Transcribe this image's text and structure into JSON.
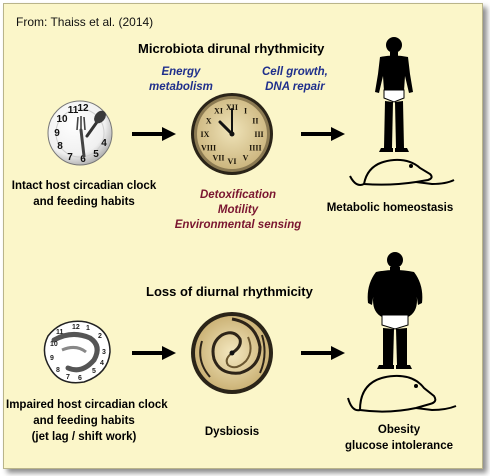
{
  "source": "From: Thaiss et al. (2014)",
  "top": {
    "heading": "Microbiota dirunal rhythmicity",
    "left_label_1": "Intact host circadian clock",
    "left_label_2": "and feeding habits",
    "blue_left_1": "Energy",
    "blue_left_2": "metabolism",
    "blue_right_1": "Cell growth,",
    "blue_right_2": "DNA repair",
    "red_1": "Detoxification",
    "red_2": "Motility",
    "red_3": "Environmental sensing",
    "right_label": "Metabolic homeostasis",
    "clock_numerals": [
      "XII",
      "I",
      "II",
      "III",
      "IIII",
      "V",
      "VI",
      "VII",
      "VIII",
      "IX",
      "X",
      "XI"
    ]
  },
  "bottom": {
    "heading": "Loss of diurnal rhythmicity",
    "left_label_1": "Impaired host circadian clock",
    "left_label_2": "and feeding habits",
    "left_label_3": "(jet lag / shift work)",
    "center_label": "Dysbiosis",
    "right_label_1": "Obesity",
    "right_label_2": "glucose intolerance"
  },
  "colors": {
    "background": "#fbf6c9",
    "blue_text": "#1f2f8c",
    "red_text": "#7a1530",
    "clock_face": "#e8d9a8"
  }
}
